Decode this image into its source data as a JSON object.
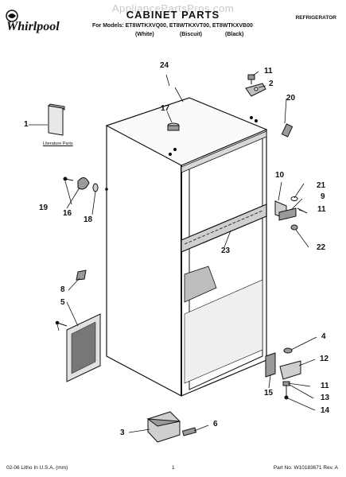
{
  "watermark": "AppliancePartsPros.com",
  "brand": {
    "logo_text": "Whirlpool"
  },
  "header": {
    "title": "CABINET PARTS",
    "appliance": "REFRIGERATOR",
    "models_line": "For Models: ET8WTKXVQ00, ET8WTKXVT00, ET8WTKXVB00",
    "colors": [
      "(White)",
      "(Biscuit)",
      "(Black)"
    ]
  },
  "diagram": {
    "literature_label": "Literature Parts",
    "callouts": [
      "1",
      "2",
      "3",
      "4",
      "5",
      "6",
      "8",
      "9",
      "10",
      "11",
      "11",
      "11",
      "12",
      "13",
      "14",
      "15",
      "16",
      "17",
      "18",
      "19",
      "20",
      "21",
      "22",
      "23",
      "24"
    ]
  },
  "footer": {
    "left": "02-06 Litho In U.S.A. (mm)",
    "center": "1",
    "right": "Part No. W10183671 Rev. A"
  },
  "colors": {
    "ink": "#111111",
    "shade": "#9a9a9a",
    "watermark": "#c9c9c9"
  }
}
